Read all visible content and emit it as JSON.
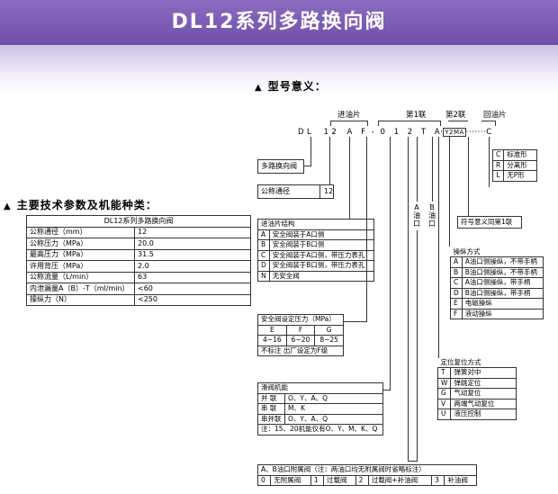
{
  "banner": {
    "title": "DL12系列多路换向阀"
  },
  "model_heading": "型号意义：",
  "params_heading": "主要技术参数及机能种类：",
  "params_table": {
    "title": "DL12系列多路换向阀",
    "rows": [
      {
        "k": "公称通径（mm）",
        "v": "12"
      },
      {
        "k": "公称压力（MPa）",
        "v": "20.0"
      },
      {
        "k": "最高压力（MPa）",
        "v": "31.5"
      },
      {
        "k": "许用背压（MPa）",
        "v": "2.0"
      },
      {
        "k": "公称流量（L/min）",
        "v": "63"
      },
      {
        "k": "内泄漏量A（B）-T（ml/min）",
        "v": "<60"
      },
      {
        "k": "操纵力（N）",
        "v": "<250"
      }
    ]
  },
  "labels": {
    "inlet": "进油片",
    "first": "第1联",
    "second": "第2联",
    "return": "回油片",
    "series": "多路换向阀",
    "nominal": "公称通径",
    "nominal_val": "12",
    "a_port": "A\n油\n口",
    "b_port": "B\n油\n口",
    "same_as_first": "符号意义同第1联"
  },
  "code": [
    "D",
    "L",
    "1",
    "2",
    "A",
    "F",
    "-",
    "0",
    "1",
    "2",
    "T",
    "A",
    "·",
    "Y2MA",
    "·······",
    "C"
  ],
  "return_types": [
    {
      "k": "C",
      "v": "标准形"
    },
    {
      "k": "R",
      "v": "分离形"
    },
    {
      "k": "L",
      "v": "无P形"
    }
  ],
  "inlet_structure": {
    "title": "进油片结构",
    "rows": [
      {
        "k": "A",
        "v": "安全阀装于A口侧"
      },
      {
        "k": "B",
        "v": "安全阀装于B口侧"
      },
      {
        "k": "C",
        "v": "安全阀装于A口侧，带压力表孔"
      },
      {
        "k": "D",
        "v": "安全阀装于B口侧，带压力表孔"
      },
      {
        "k": "N",
        "v": "无安全阀"
      }
    ]
  },
  "relief_pressure": {
    "title": "安全阀设定压力（MPa）",
    "codes": [
      "E",
      "F",
      "G"
    ],
    "ranges": [
      "4~16",
      "6~20",
      "8~25"
    ],
    "note": "不标注 出厂设定为F级"
  },
  "spool": {
    "title": "滑阀机能",
    "rows": [
      {
        "k": "并 联",
        "v": "O、Y、A、Q"
      },
      {
        "k": "串 联",
        "v": "M、K"
      },
      {
        "k": "串并联",
        "v": "O、Y、A、Q"
      }
    ],
    "note": "注：15、20机能仅有O、Y、M、K、Q"
  },
  "operation": {
    "title": "操纵方式",
    "rows": [
      {
        "k": "A",
        "v": "A油口侧操纵，不带手柄"
      },
      {
        "k": "B",
        "v": "B油口侧操纵，不带手柄"
      },
      {
        "k": "C",
        "v": "A油口侧操纵，带手柄"
      },
      {
        "k": "D",
        "v": "B油口侧操纵，带手柄"
      },
      {
        "k": "E",
        "v": "电磁操纵"
      },
      {
        "k": "F",
        "v": "液动操纵"
      }
    ]
  },
  "positioning": {
    "title": "定位复位方式",
    "rows": [
      {
        "k": "T",
        "v": "弹簧对中"
      },
      {
        "k": "W",
        "v": "弹跳定位"
      },
      {
        "k": "G",
        "v": "气动复位"
      },
      {
        "k": "V",
        "v": "两端气动复位"
      },
      {
        "k": "U",
        "v": "液压控制"
      }
    ]
  },
  "attached_valve": {
    "title": "A、B油口附属阀（注：两油口均无附属阀时省略标注）",
    "items": [
      "0",
      "无附属阀",
      "1",
      "过载阀",
      "2",
      "过载阀+补油阀",
      "3",
      "补油阀"
    ]
  }
}
